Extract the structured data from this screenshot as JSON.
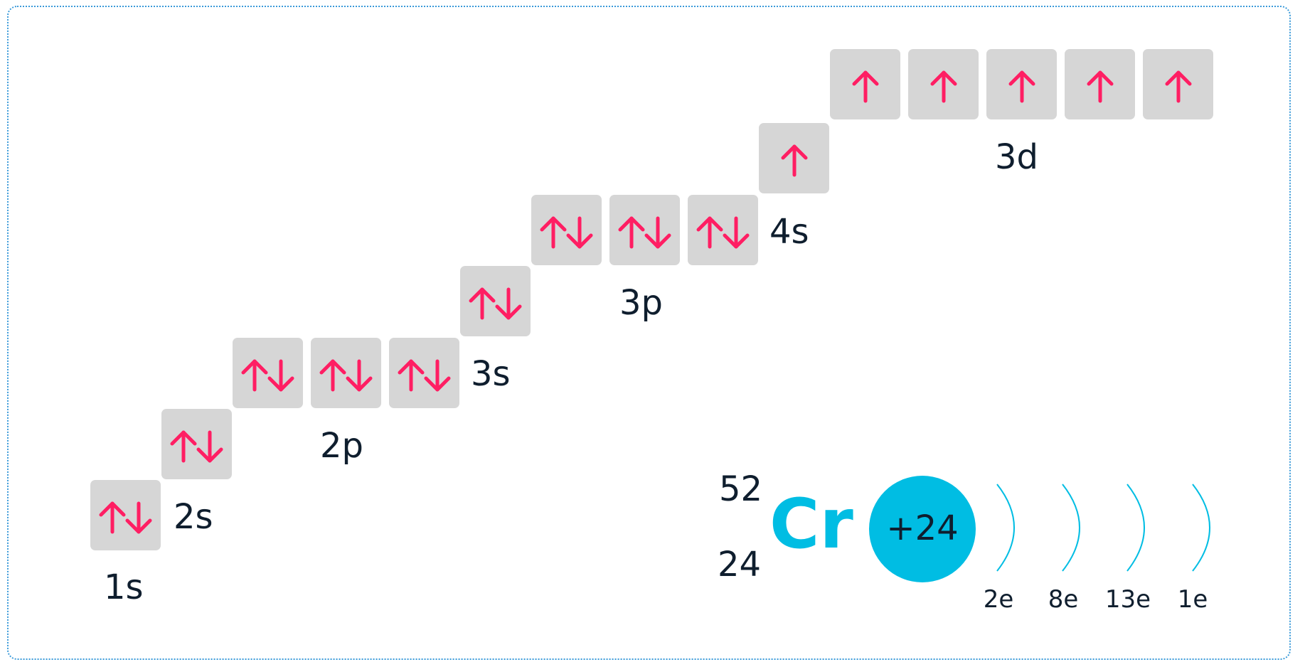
{
  "colors": {
    "box": "#d6d6d6",
    "arrow": "#ff1e63",
    "accent": "#00bde3",
    "text": "#0f1e2e",
    "frame": "#3a9ad9"
  },
  "orbitals": [
    {
      "name": "1s",
      "label": "1s",
      "electrons": [
        2
      ]
    },
    {
      "name": "2s",
      "label": "2s",
      "electrons": [
        2
      ]
    },
    {
      "name": "2p",
      "label": "2p",
      "electrons": [
        2,
        2,
        2
      ]
    },
    {
      "name": "3s",
      "label": "3s",
      "electrons": [
        2
      ]
    },
    {
      "name": "3p",
      "label": "3p",
      "electrons": [
        2,
        2,
        2
      ]
    },
    {
      "name": "4s",
      "label": "4s",
      "electrons": [
        1
      ]
    },
    {
      "name": "3d",
      "label": "3d",
      "electrons": [
        1,
        1,
        1,
        1,
        1
      ]
    }
  ],
  "element": {
    "symbol": "Cr",
    "mass_number": "52",
    "atomic_number": "24",
    "nucleus_charge": "+24",
    "shells": [
      "2e",
      "8e",
      "13e",
      "1e"
    ]
  }
}
